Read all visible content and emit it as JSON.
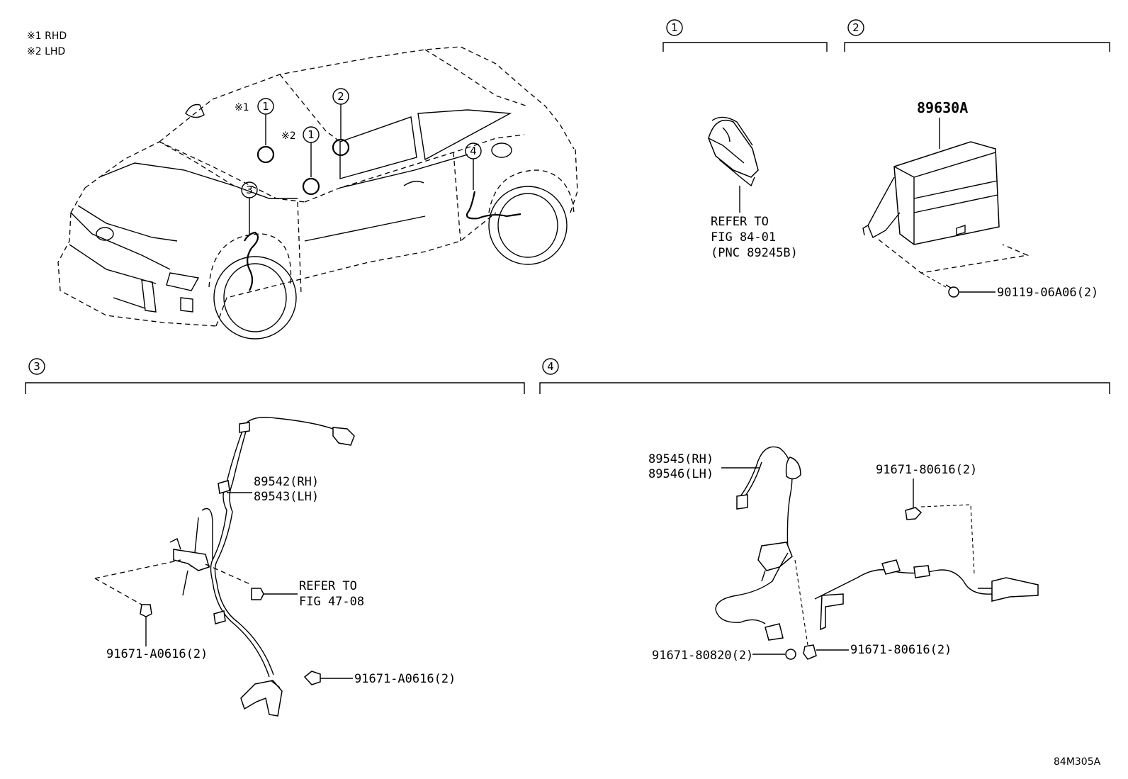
{
  "legend": {
    "rhd": "※1 RHD",
    "lhd": "※2 LHD"
  },
  "car": {
    "markers": [
      {
        "num": "1",
        "note": "※1"
      },
      {
        "num": "1",
        "note": "※2"
      },
      {
        "num": "2",
        "note": ""
      },
      {
        "num": "3",
        "note": ""
      },
      {
        "num": "4",
        "note": ""
      }
    ]
  },
  "panels": {
    "p1": {
      "num": "1",
      "refer_lines": [
        "REFER TO",
        "FIG 84-01",
        "(PNC 89245B)"
      ]
    },
    "p2": {
      "num": "2",
      "part_main": "89630A",
      "bolt": "90119-06A06(2)"
    },
    "p3": {
      "num": "3",
      "sensor_rh": "89542(RH)",
      "sensor_lh": "89543(LH)",
      "refer_lines": [
        "REFER TO",
        "FIG 47-08"
      ],
      "bolt_a": "91671-A0616(2)",
      "bolt_b": "91671-A0616(2)"
    },
    "p4": {
      "num": "4",
      "sensor_rh": "89545(RH)",
      "sensor_lh": "89546(LH)",
      "bolt_top": "91671-80616(2)",
      "bolt_left": "91671-80820(2)",
      "bolt_right": "91671-80616(2)"
    }
  },
  "figure_code": "84M305A"
}
